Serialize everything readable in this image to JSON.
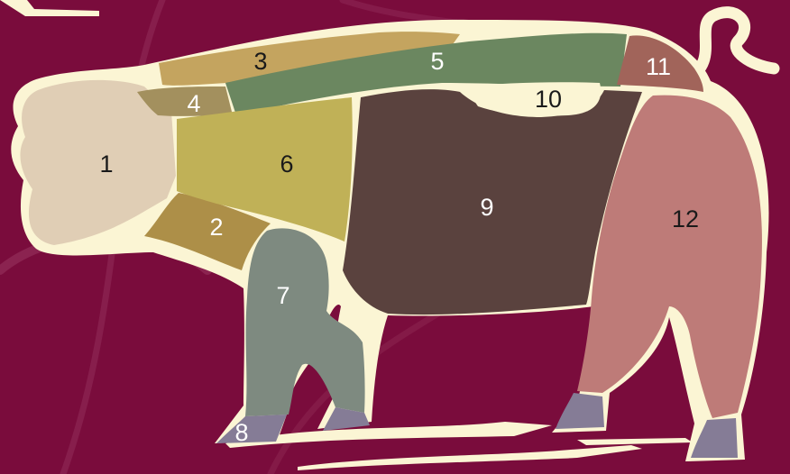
{
  "colors": {
    "background": "#7a0c3c",
    "outline": "#fbf5d4",
    "swirl": "#9b3a63"
  },
  "cuts": [
    {
      "label": "1",
      "fill": "#e0ceb5",
      "text_color": "#1a1a1a"
    },
    {
      "label": "2",
      "fill": "#ad8f48",
      "text_color": "#ffffff"
    },
    {
      "label": "3",
      "fill": "#c4a45f",
      "text_color": "#1a1a1a"
    },
    {
      "label": "4",
      "fill": "#a3905e",
      "text_color": "#ffffff"
    },
    {
      "label": "5",
      "fill": "#6b8760",
      "text_color": "#ffffff"
    },
    {
      "label": "6",
      "fill": "#c0b157",
      "text_color": "#1a1a1a"
    },
    {
      "label": "7",
      "fill": "#7e8a80",
      "text_color": "#ffffff"
    },
    {
      "label": "8",
      "fill": "#857c96",
      "text_color": "#ffffff"
    },
    {
      "label": "9",
      "fill": "#5a423e",
      "text_color": "#ffffff"
    },
    {
      "label": "10",
      "fill": "#fbf5d4",
      "text_color": "#1a1a1a"
    },
    {
      "label": "11",
      "fill": "#a1645a",
      "text_color": "#ffffff"
    },
    {
      "label": "12",
      "fill": "#be7b78",
      "text_color": "#1a1a1a"
    }
  ]
}
